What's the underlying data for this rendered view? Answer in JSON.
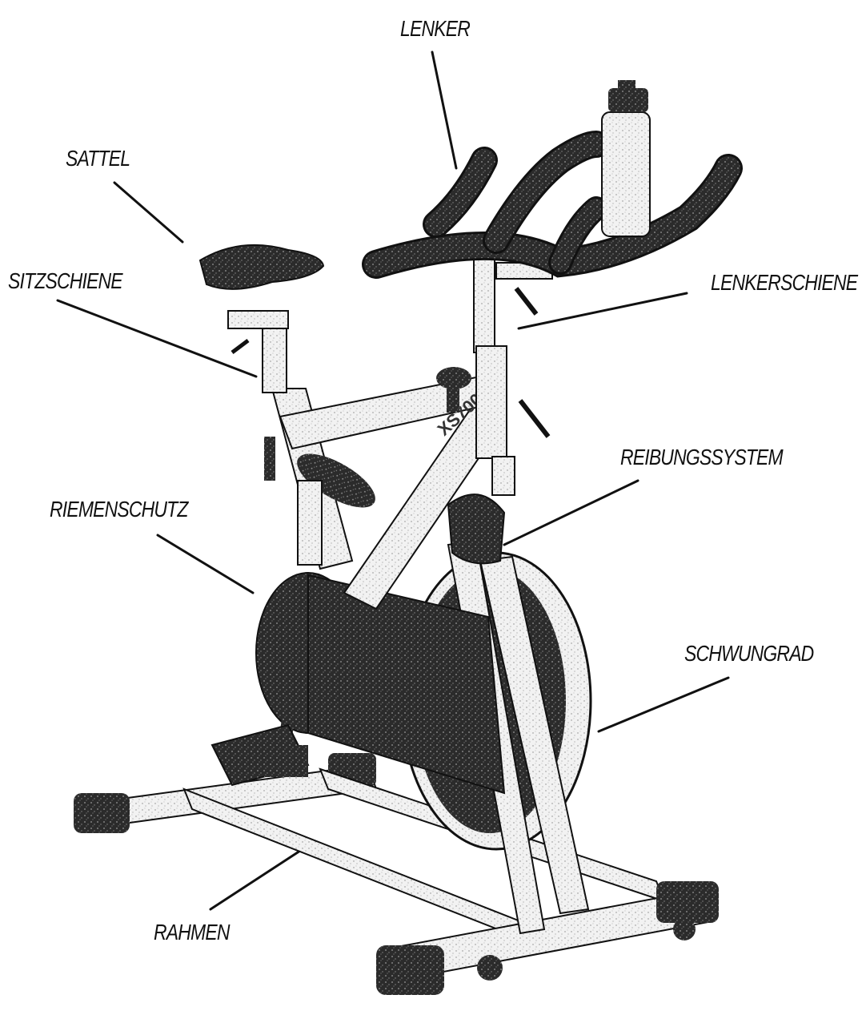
{
  "diagram": {
    "labels": {
      "lenker": "LENKER",
      "sattel": "SATTEL",
      "sitzschiene": "SITZSCHIENE",
      "lenkerschiene": "LENKERSCHIENE",
      "reibungssystem": "REIBUNGSSYSTEM",
      "riemenschutz": "RIEMENSCHUTZ",
      "schwungrad": "SCHWUNGRAD",
      "rahmen": "RAHMEN"
    },
    "frame_text": "XS700",
    "colors": {
      "ink": "#111111",
      "dark_fill": "#2b2b2b",
      "mid_fill": "#5a5a5a",
      "light_fill": "#d9d9d9",
      "background": "#ffffff"
    }
  }
}
